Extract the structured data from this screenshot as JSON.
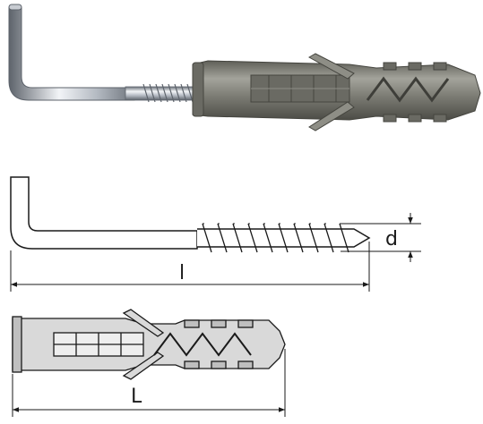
{
  "labels": {
    "diameter": "d",
    "screw_length": "l",
    "plug_length": "L"
  },
  "colors": {
    "plug_fill": "#7c7c74",
    "plug_dark": "#55554f",
    "plug_light": "#a3a39b",
    "metal_light": "#eef1f5",
    "metal_mid": "#b4bac2",
    "metal_dark": "#6d737b",
    "line": "#1a1a1a",
    "drawing_fill": "#d9d9d9"
  }
}
